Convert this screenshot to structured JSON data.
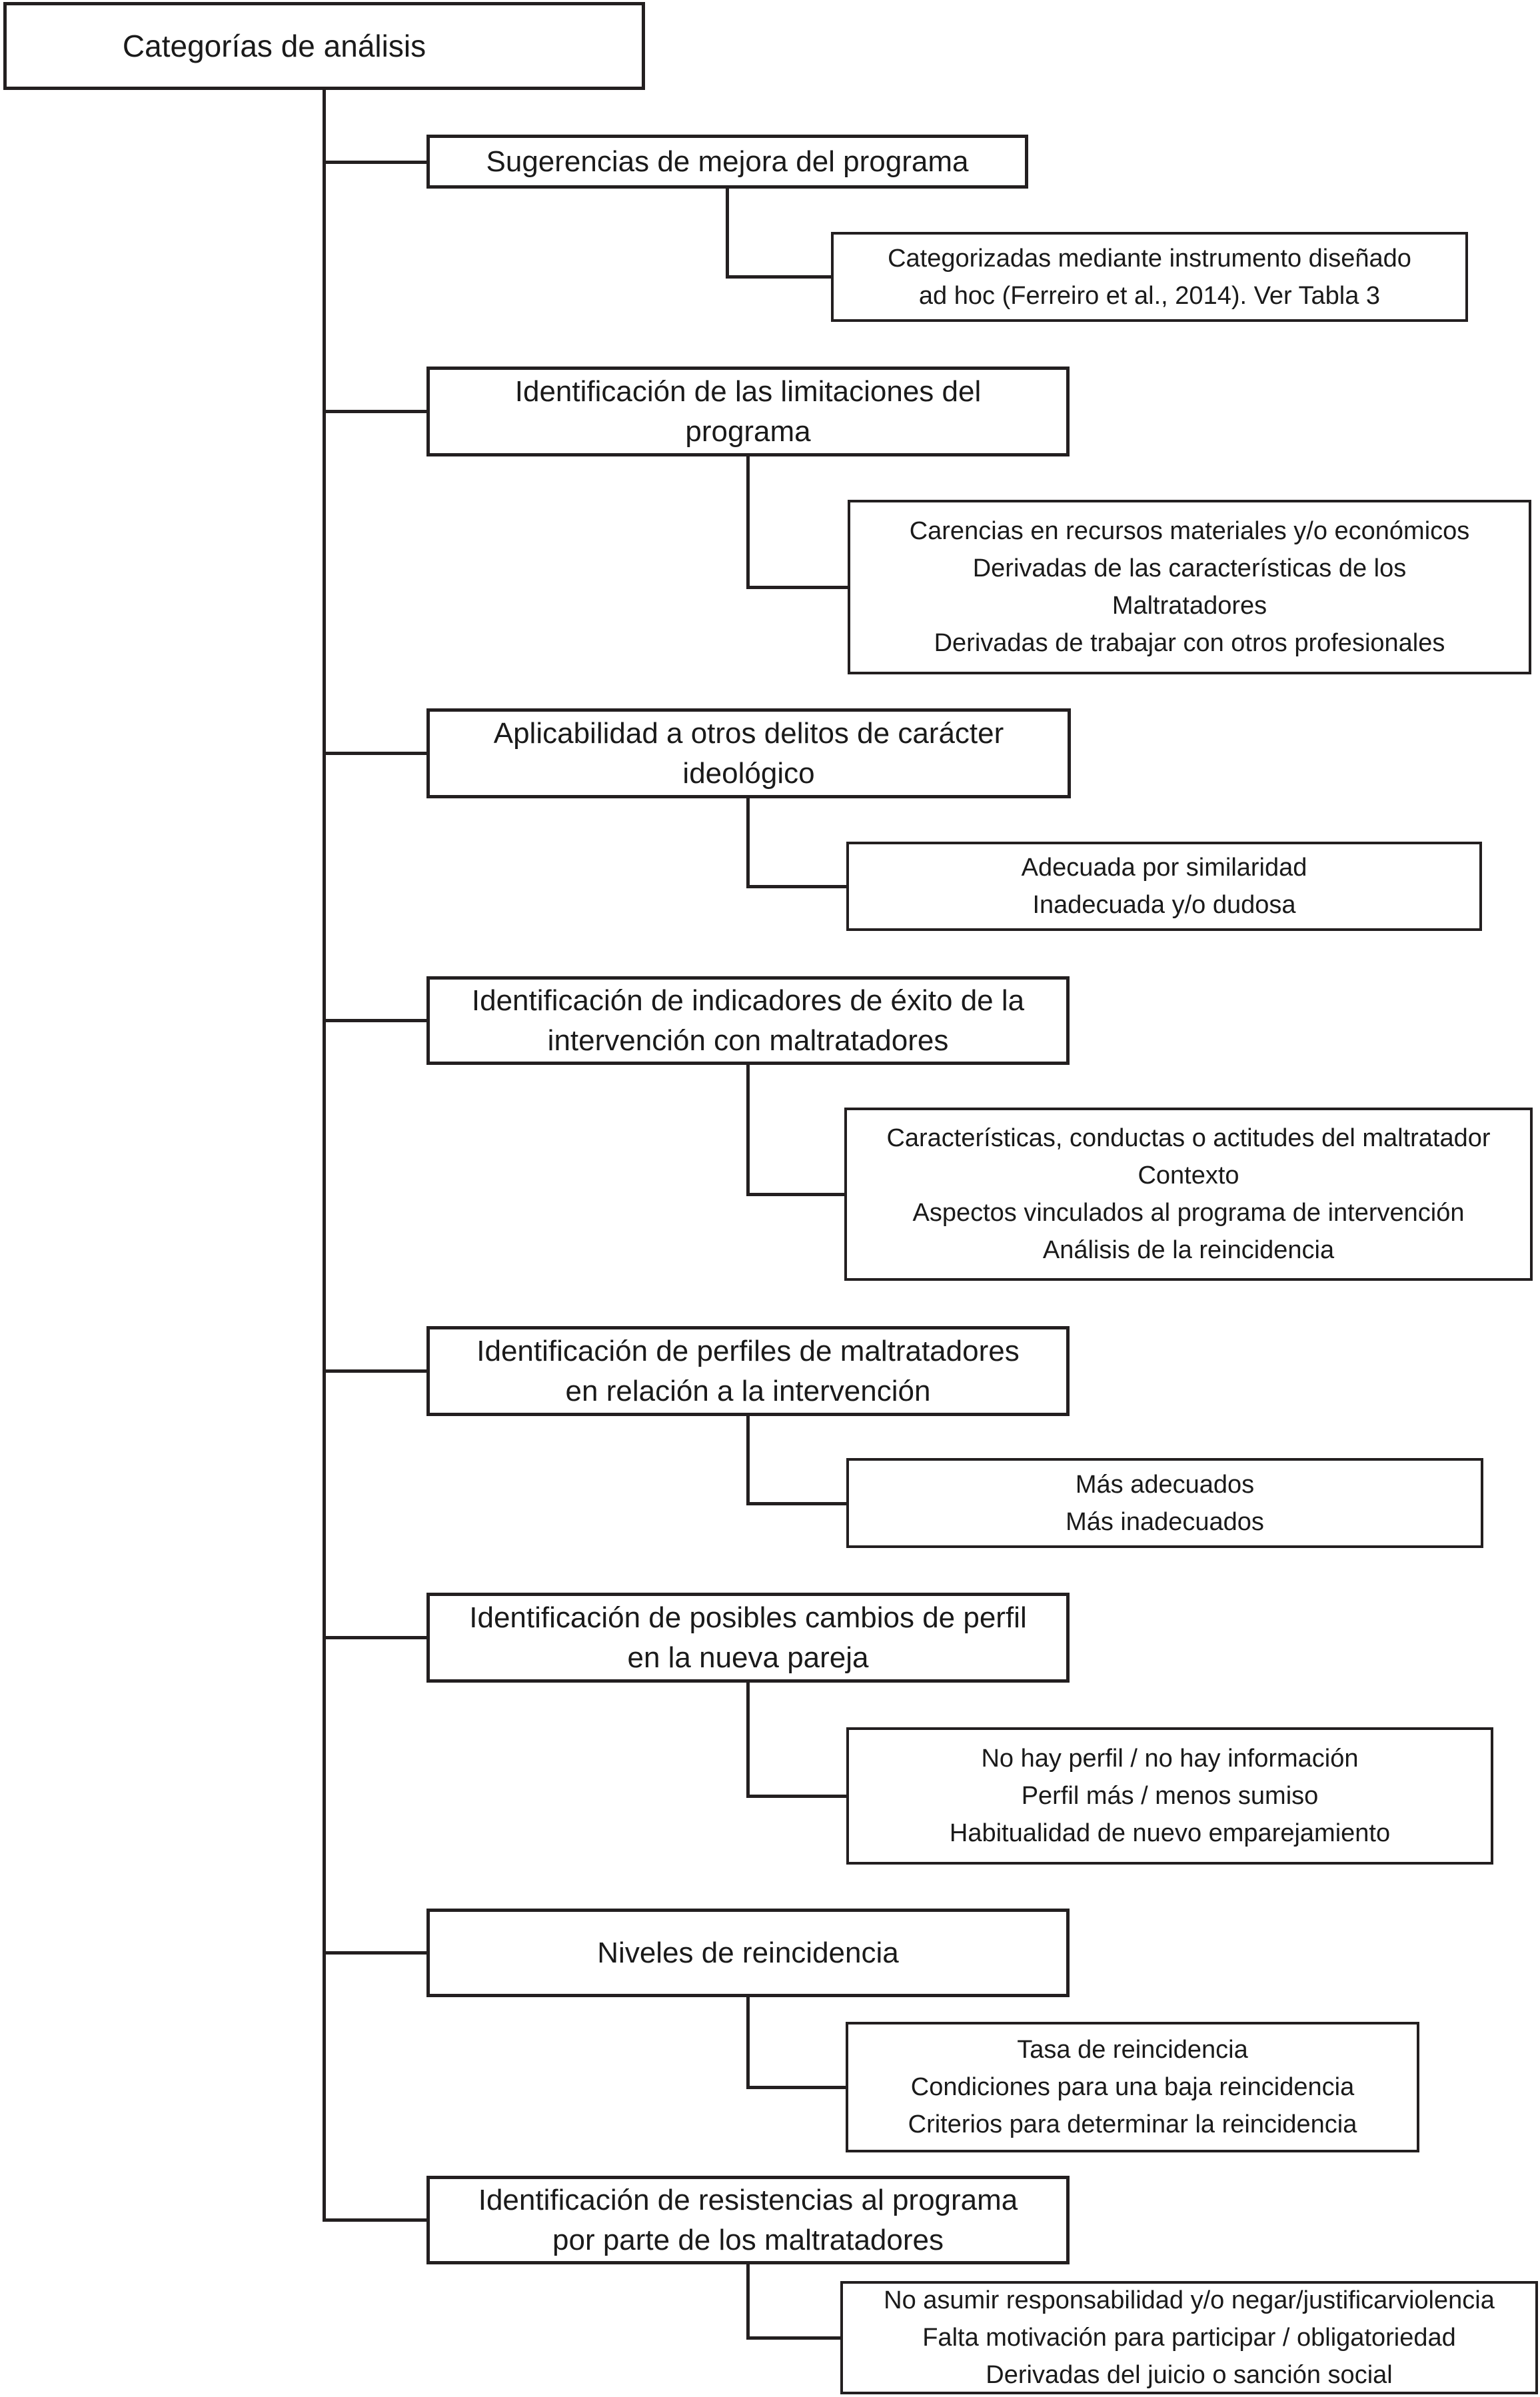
{
  "figure": {
    "title": "Categorías de análisis",
    "colors": {
      "line": "#231f20",
      "text": "#1a1a1a",
      "background": "#ffffff"
    },
    "root": {
      "label": "Categorías de análisis"
    },
    "branches": [
      {
        "lines": [
          "Sugerencias de mejora del programa"
        ],
        "sub_lines": [
          "Categorizadas mediante instrumento diseñado",
          "ad hoc (Ferreiro et al., 2014). Ver Tabla 3"
        ]
      },
      {
        "lines": [
          "Identificación de las limitaciones del",
          "programa"
        ],
        "sub_lines": [
          "Carencias en recursos materiales y/o económicos",
          "Derivadas de las características de los",
          "Maltratadores",
          "Derivadas de trabajar con otros profesionales"
        ]
      },
      {
        "lines": [
          "Aplicabilidad a otros delitos de carácter",
          "ideológico"
        ],
        "sub_lines": [
          "Adecuada por similaridad",
          "Inadecuada y/o dudosa"
        ]
      },
      {
        "lines": [
          "Identificación de indicadores de éxito de la",
          "intervención con maltratadores"
        ],
        "sub_lines": [
          "Características, conductas o actitudes del maltratador",
          "Contexto",
          "Aspectos vinculados al programa de intervención",
          "Análisis de la reincidencia"
        ]
      },
      {
        "lines": [
          "Identificación de perfiles de maltratadores",
          "en relación a la intervención"
        ],
        "sub_lines": [
          "Más adecuados",
          "Más inadecuados"
        ]
      },
      {
        "lines": [
          "Identificación de posibles cambios de perfil",
          "en la nueva pareja"
        ],
        "sub_lines": [
          "No hay perfil / no hay información",
          "Perfil más / menos sumiso",
          "Habitualidad de nuevo emparejamiento"
        ]
      },
      {
        "lines": [
          "Niveles de reincidencia"
        ],
        "sub_lines": [
          "Tasa de reincidencia",
          "Condiciones para una baja reincidencia",
          "Criterios para determinar la reincidencia"
        ]
      },
      {
        "lines": [
          "Identificación de resistencias al programa",
          "por parte de los maltratadores"
        ],
        "sub_lines": [
          "No asumir responsabilidad y/o negar/justificarviolencia",
          "Falta motivación para participar / obligatoriedad",
          "Derivadas del juicio o sanción social"
        ]
      }
    ]
  }
}
